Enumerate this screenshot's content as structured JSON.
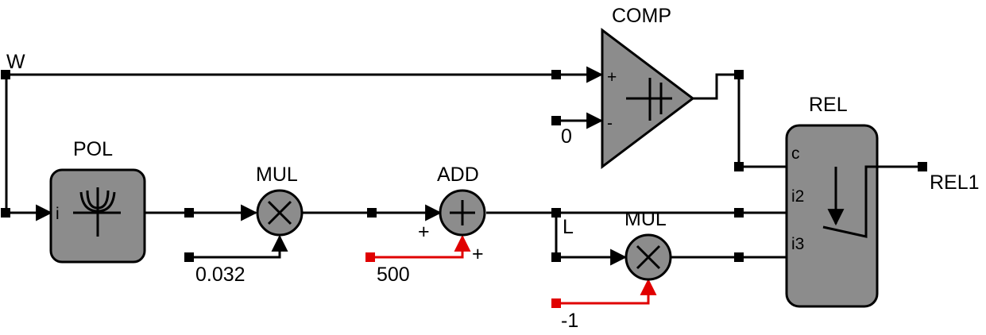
{
  "signals": {
    "input_w": "W",
    "output_rel1": "REL1",
    "node_l": "L"
  },
  "blocks": {
    "comp": "COMP",
    "rel": "REL",
    "pol": "POL",
    "mul1": "MUL",
    "add": "ADD",
    "mul2": "MUL"
  },
  "constants": {
    "comp_ref": "0",
    "gain": "0.032",
    "offset": "500",
    "neg_one": "-1"
  },
  "ports": {
    "pol_in": "i",
    "comp_plus": "+",
    "comp_minus": "-",
    "add_plus1": "+",
    "add_plus2": "+",
    "rel_c": "c",
    "rel_i2": "i2",
    "rel_i3": "i3"
  },
  "colors": {
    "block_fill": "#8c8c8c",
    "wire": "#000000",
    "constant_wire": "#e00000"
  }
}
